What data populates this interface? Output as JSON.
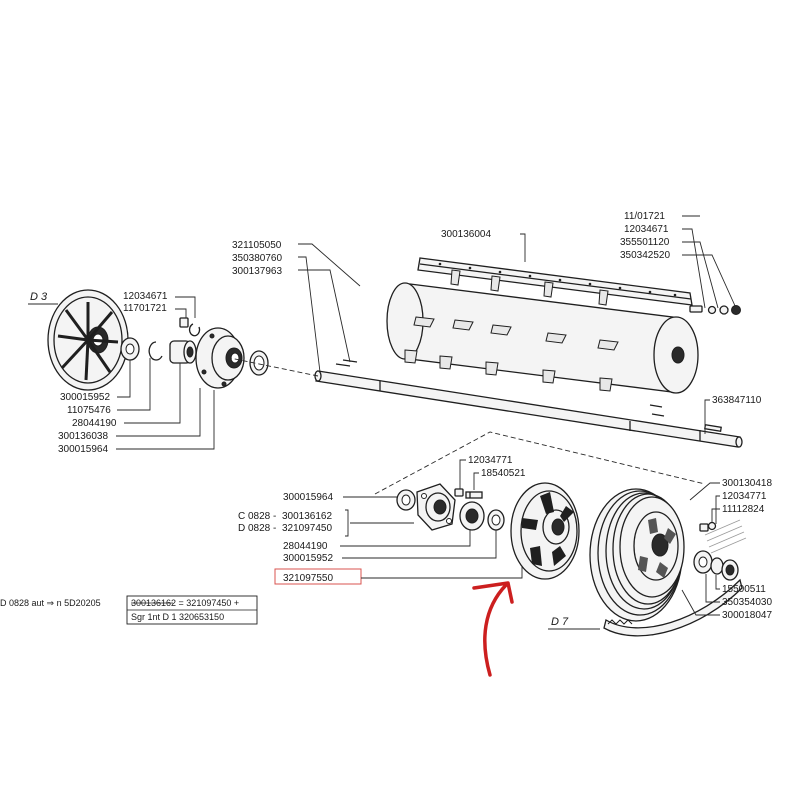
{
  "diagram": {
    "section_labels": {
      "d3": "D 3",
      "d7": "D 7"
    },
    "left_group": [
      "12034671",
      "11701721",
      "300015952",
      "11075476",
      "28044190",
      "300136038",
      "300015964"
    ],
    "shaft_top": [
      "321105050",
      "350380760",
      "300137963"
    ],
    "shaft_center": "300136004",
    "right_top": [
      "11/01721",
      "12034671",
      "355501120",
      "350342520"
    ],
    "shaft_right": "363847110",
    "mid_left": {
      "p1": "300015964",
      "p2_prefix": "C 0828 -",
      "p2": "300136162",
      "p3_prefix": "D 0828 -",
      "p3": "321097450",
      "p4": "28044190",
      "p5": "300015952",
      "highlight": "321097550"
    },
    "mid_top": [
      "12034771",
      "18540521"
    ],
    "right_group": [
      "300130418",
      "12034771",
      "11112824",
      "15500511",
      "350354030",
      "300018047"
    ],
    "note": {
      "left": "D 0828 aut  ⇒ n  5D20205",
      "row1": "300136162 = 321097450 +",
      "row2": "Sgr  1nt  D 1   320653150"
    },
    "colors": {
      "ink": "#1f1f1f",
      "highlight_box": "#d9534f",
      "annotation_arrow": "#cc1f1f"
    }
  }
}
